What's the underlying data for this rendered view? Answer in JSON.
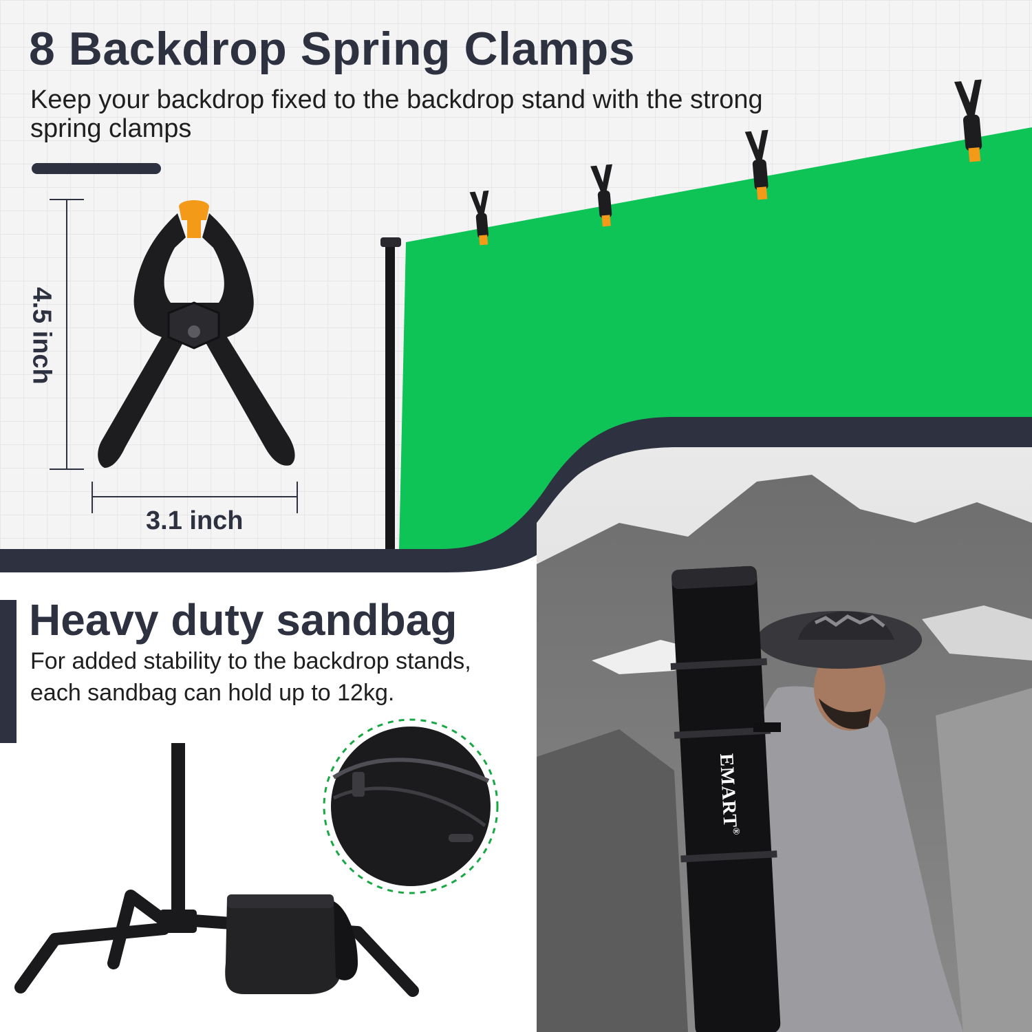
{
  "clamps_section": {
    "title": "8 Backdrop Spring Clamps",
    "description": "Keep your backdrop fixed to the backdrop stand with the strong spring clamps",
    "height_label": "4.5 inch",
    "width_label": "3.1 inch"
  },
  "sandbag_section": {
    "title": "Heavy duty sandbag",
    "description": "For added stability to the backdrop stands, each sandbag can hold up to 12kg."
  },
  "carry_bag": {
    "brand": "EMART",
    "mark": "®"
  },
  "colors": {
    "navy": "#2e3140",
    "green_screen": "#0ec457",
    "clamp_black": "#1d1d1f",
    "clamp_orange": "#f39a18"
  }
}
